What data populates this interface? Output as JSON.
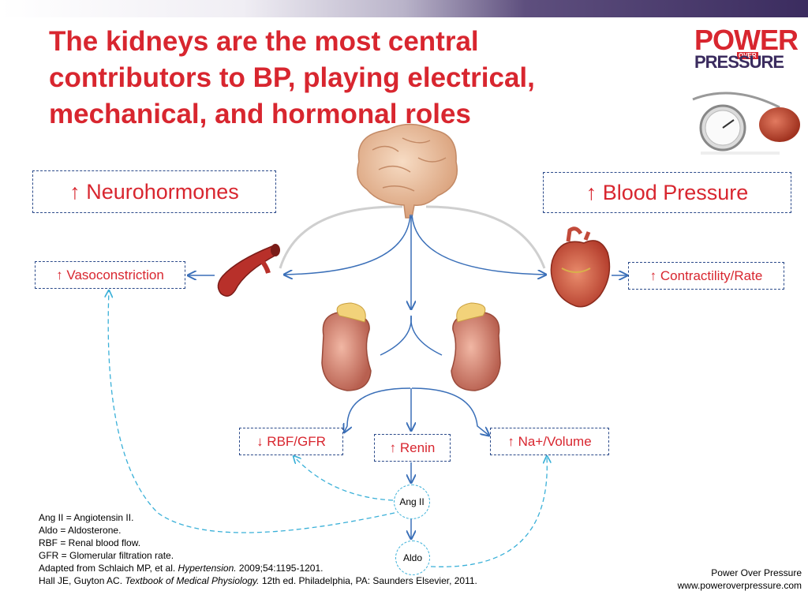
{
  "slide": {
    "title": "The kidneys are the most central contributors to BP, playing electrical, mechanical, and hormonal roles"
  },
  "logo": {
    "power": "POWER",
    "over": "OVER",
    "pressure": "PRESSURE"
  },
  "labels": {
    "neurohormones": "↑ Neurohormones",
    "blood_pressure": "↑ Blood Pressure",
    "vasoconstriction": "↑ Vasoconstriction",
    "contractility_rate": "↑ Contractility/Rate",
    "rbf_gfr": "↓ RBF/GFR",
    "renin": "↑ Renin",
    "na_volume": "↑ Na+/Volume",
    "ang_ii": "Ang II",
    "aldo": "Aldo"
  },
  "footnotes": {
    "line1": "Ang II = Angiotensin II.",
    "line2": "Aldo = Aldosterone.",
    "line3": "RBF = Renal blood flow.",
    "line4": "GFR = Glomerular filtration rate.",
    "ref1_prefix": "Adapted from Schlaich MP, et al. ",
    "ref1_journal": "Hypertension.",
    "ref1_suffix": " 2009;54:1195-1201.",
    "ref2_prefix": "Hall JE, Guyton AC. ",
    "ref2_book": "Textbook of Medical Physiology.",
    "ref2_suffix": " 12th ed. Philadelphia, PA: Saunders Elsevier, 2011."
  },
  "credit": {
    "name": "Power Over Pressure",
    "url": "www.poweroverpressure.com"
  },
  "colors": {
    "title_red": "#d8262f",
    "arrow_blue": "#3a6fb8",
    "dashed_cyan": "#3ab0d8",
    "box_border": "#2b4a8a"
  },
  "icons": [
    "brain-icon",
    "artery-icon",
    "heart-icon",
    "kidney-left-icon",
    "kidney-right-icon",
    "blood-pressure-gauge-icon"
  ]
}
